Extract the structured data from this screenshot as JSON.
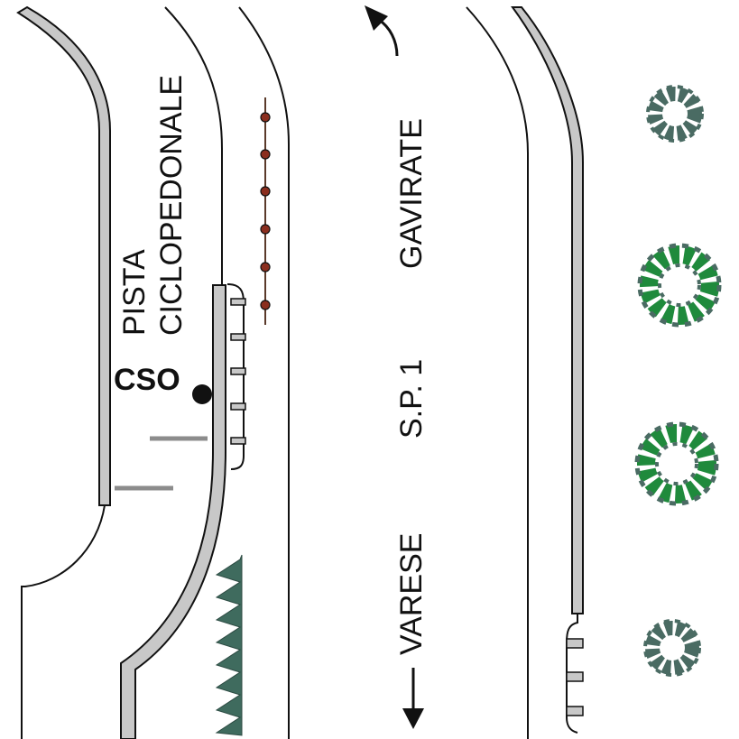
{
  "labels": {
    "path_line1": "PISTA",
    "path_line2": "CICLOPEDONALE",
    "cso": "CSO",
    "road_name": "S.P. 1",
    "direction_north": "GAVIRATE",
    "direction_south": "VARESE"
  },
  "colors": {
    "line": "#111111",
    "curb_fill": "#c8c8c8",
    "marker_fill": "#c8c8c8",
    "bollard": "#8b2e1e",
    "pole": "#5a3a2a",
    "hedge": "#3f6b5e",
    "tree_light": "#4a6b63",
    "tree_dark": "#1f8a3c",
    "stripe": "#8c8c8c"
  },
  "icons": {
    "arrow_up": "curved-arrow-up-icon",
    "arrow_down": "arrow-down-icon",
    "tree": "tree-icon",
    "bollard": "bollard-icon",
    "cso_point": "cso-point-icon"
  }
}
